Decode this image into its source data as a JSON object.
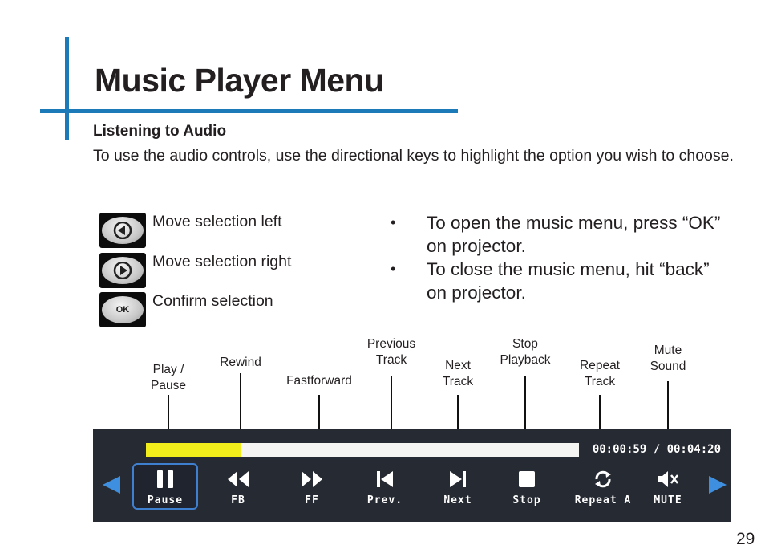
{
  "page": {
    "title": "Music Player Menu",
    "page_number": "29"
  },
  "section": {
    "heading": "Listening to Audio",
    "intro": "To use the audio controls, use the directional keys to highlight the option you wish to choose."
  },
  "keys": [
    {
      "icon": "left-arrow-key-icon",
      "label": "Move selection left"
    },
    {
      "icon": "right-arrow-key-icon",
      "label": "Move selection right"
    },
    {
      "icon": "ok-key-icon",
      "ok_text": "OK",
      "label": "Confirm selection"
    }
  ],
  "bullets": [
    "To open the music menu, press “OK” on projector.",
    "To close the music menu, hit “back” on projector."
  ],
  "bullet_char": "•",
  "callouts": {
    "play_pause": "Play /\nPause",
    "rewind": "Rewind",
    "fastforward": "Fastforward",
    "previous": "Previous\nTrack",
    "next": "Next\nTrack",
    "stop": "Stop\nPlayback",
    "repeat": "Repeat\nTrack",
    "mute": "Mute\nSound"
  },
  "player": {
    "elapsed": "00:00:59",
    "separator": "/",
    "total": "00:04:20",
    "progress_fraction": 0.22,
    "colors": {
      "panel": "#262a33",
      "progress": "#f2ee1c",
      "accent": "#3f7fd0"
    },
    "buttons": [
      {
        "label": "Pause",
        "icon": "pause-icon",
        "selected": true
      },
      {
        "label": "FB",
        "icon": "rewind-icon"
      },
      {
        "label": "FF",
        "icon": "fast-forward-icon"
      },
      {
        "label": "Prev.",
        "icon": "previous-track-icon"
      },
      {
        "label": "Next",
        "icon": "next-track-icon"
      },
      {
        "label": "Stop",
        "icon": "stop-icon"
      },
      {
        "label": "Repeat A",
        "icon": "repeat-icon"
      },
      {
        "label": "MUTE",
        "icon": "mute-icon"
      }
    ]
  }
}
